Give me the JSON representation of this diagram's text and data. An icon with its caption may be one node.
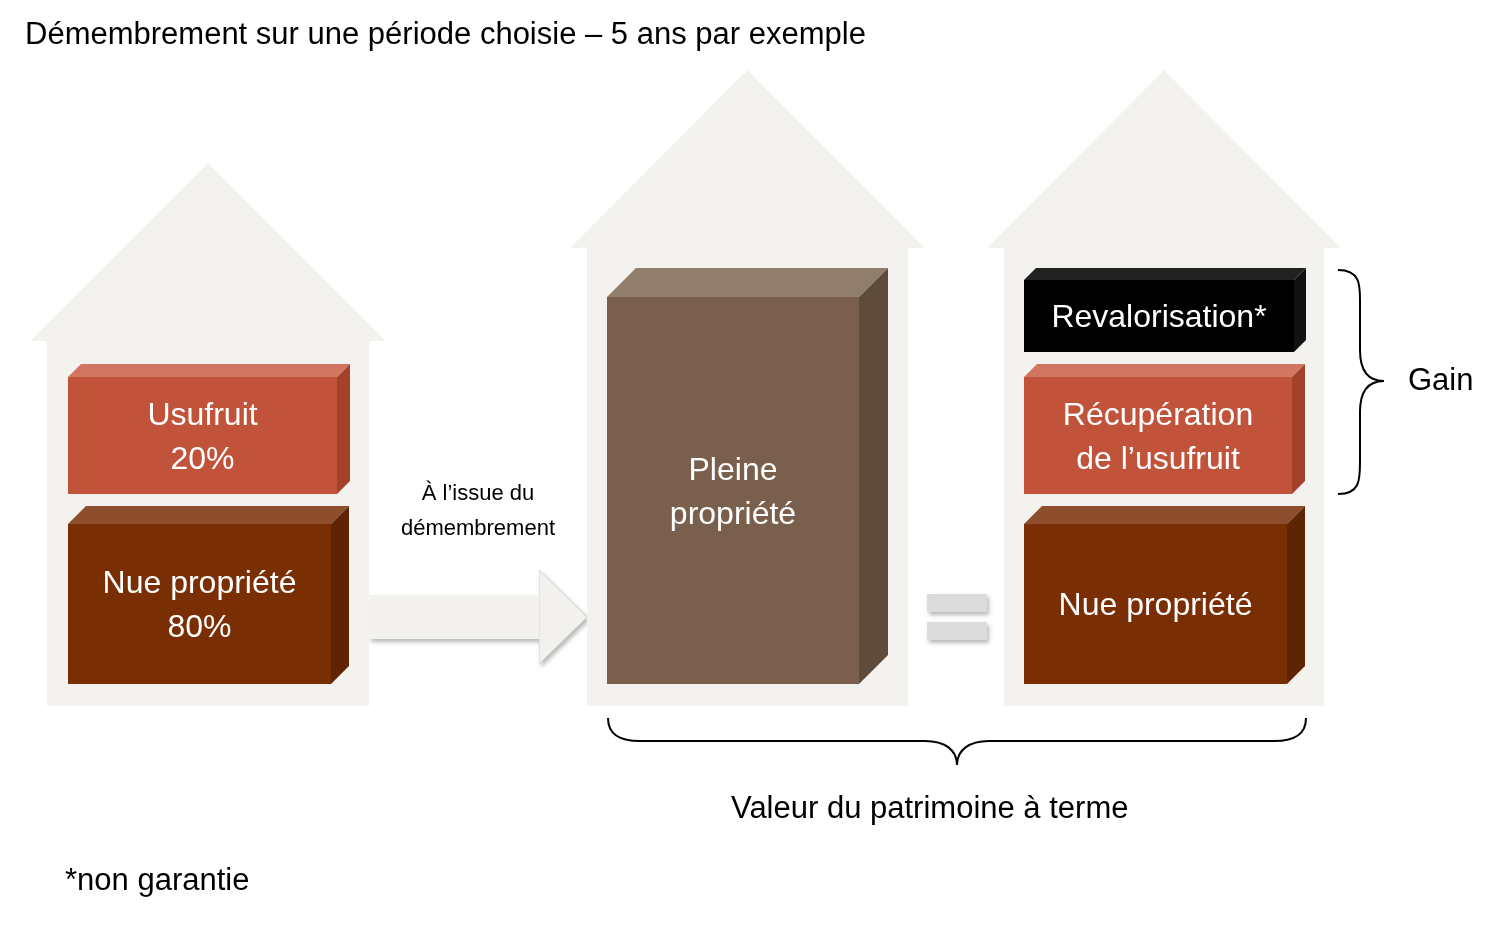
{
  "diagram": {
    "title": "Démembrement sur une période choisie – 5 ans par exemple",
    "nodes": [
      {
        "text": [],
        "shape": "house"
      },
      {
        "text": [
          "Usufruit 20%"
        ],
        "in": 0
      },
      {
        "text": [
          "Nue propriété 80%"
        ],
        "in": 0
      },
      {
        "text": [],
        "shape": "house"
      },
      {
        "text": [
          "Pleine propriété"
        ],
        "in": 3
      },
      {
        "text": [],
        "shape": "house"
      },
      {
        "text": [
          "Revalorisation*"
        ],
        "in": 5
      },
      {
        "text": [
          "Récupération de l’usufruit"
        ],
        "in": 5
      },
      {
        "text": [
          "Nue propriété"
        ],
        "in": 5
      }
    ],
    "edges": [
      {
        "from": 0,
        "to": 3,
        "arrow": "to",
        "label": "À l’issue du démembrement"
      }
    ],
    "labels": [
      "Gain",
      "Valeur du patrimoine à terme",
      "*non garantie"
    ]
  }
}
